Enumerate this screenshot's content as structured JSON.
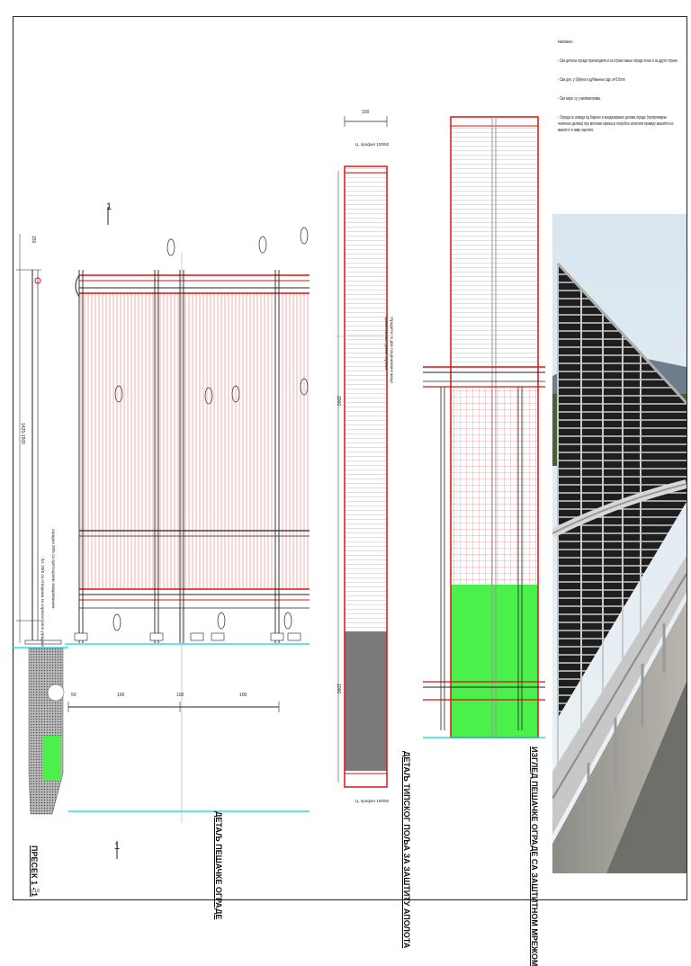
{
  "titles": {
    "section": "ПРЕСЕК 1 - 1",
    "section_scale": "1:10",
    "fence_detail": "ДЕТАЉ ПЕШАЧКЕ ОГРАДЕ",
    "panel_detail": "ДЕТАЉ ТИПСКОГ ПОЉА ЗА ЗАШТИТУ АПОЛОТА",
    "view": "ИЗГЛЕД ПЕШАЧКЕ ОГРАДЕ СА ЗАШТИТНОМ МРЕЖОМ"
  },
  "notes": {
    "heading": "Напомене :",
    "items": [
      "- Све детаље ограде прилагодити и са стране мање ограде и као и са друге стране.",
      "- Сви дел. у  Ѕуђени и дубињење одр. a=3.0mm",
      "- Све мере су у милиметрима.",
      "- Ограда се изводи од бојаних и анодизираних делова ограде (прохромиран челичних делова) пре монтаже мрежа је потребно испитати проверу квалитета и квалитет и ниво заштите."
    ]
  },
  "labels": {
    "section_mark_top": "1",
    "section_mark_bottom": "1",
    "dim_top": "150",
    "dim_panel_width": "100",
    "dims_bottom": [
      "50",
      "100",
      "100",
      "100"
    ],
    "left_dim": "1425-1500",
    "panel_height": "2000",
    "mid_height": "1000",
    "base_label": "Ц.  профил  100/50",
    "note_left_1": "оградни 20/5 са претходним заваривањем",
    "note_left_2": "- бл. 20/5 са отворима за хоризонталне уградње",
    "note_panel_1": "Уградити по две поцинковане жице",
    "note_panel_2": "прикачивања према опреми"
  },
  "colors": {
    "red": "#e01010",
    "cyan": "#00d8e8",
    "green": "#4cf04c",
    "gray": "#7a7a7a"
  }
}
